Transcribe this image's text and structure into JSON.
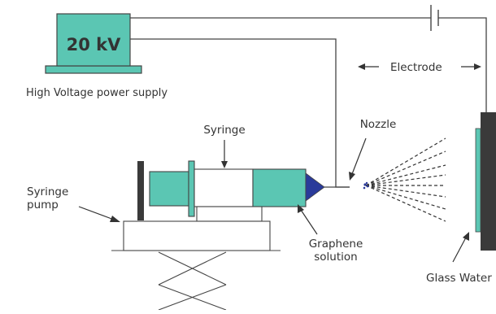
{
  "power_supply": {
    "display": "20 kV",
    "label": "High Voltage power supply"
  },
  "labels": {
    "electrode": "Electrode",
    "syringe": "Syringe",
    "nozzle": "Nozzle",
    "syringe_pump_line1": "Syringe",
    "syringe_pump_line2": "pump",
    "graphene_line1": "Graphene",
    "graphene_line2": "solution",
    "glass_water": "Glass Water"
  },
  "icons": {
    "capacitor": "capacitor-symbol-icon",
    "arrow_left": "arrow-left-icon",
    "arrow_right": "arrow-right-icon"
  },
  "colors": {
    "teal": "#5bc6b3",
    "dark": "#3a3a3a",
    "nozzle_blue": "#2a3a9a",
    "outline": "#444444"
  }
}
